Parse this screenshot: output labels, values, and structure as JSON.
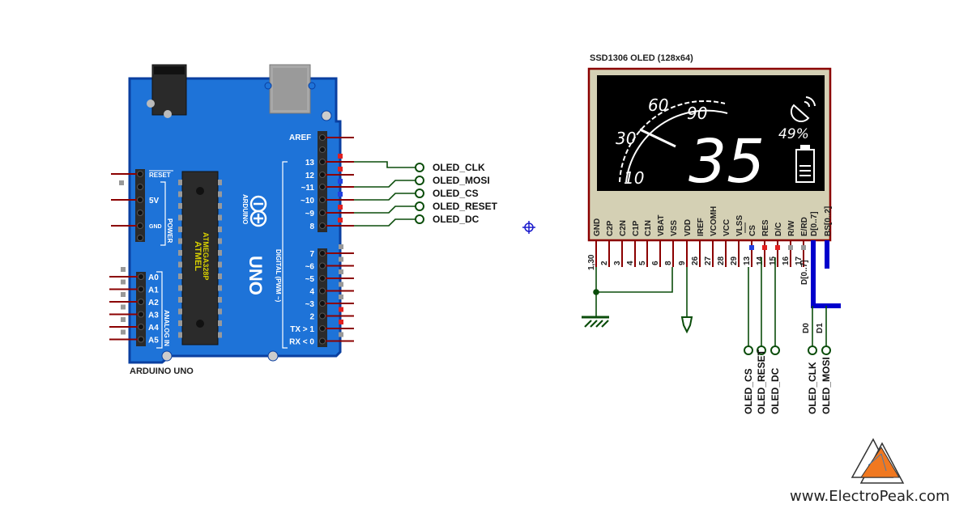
{
  "arduino": {
    "title": "ARDUINO UNO",
    "board_text": "UNO",
    "brand_text": "ARDUINO",
    "chip_line1": "ATMEL",
    "chip_line2": "ATMEGA328P",
    "aref": "AREF",
    "digital_header_label": "DIGITAL (PWM ~)",
    "power_header_label": "POWER",
    "analog_header_label": "ANALOG IN",
    "reset_label": "RESET",
    "power_pins": [
      "5V",
      "GND"
    ],
    "digital_pins_top": [
      "13",
      "12",
      "~11",
      "~10",
      "~9",
      "8"
    ],
    "digital_pins_bottom": [
      "7",
      "~6",
      "~5",
      "4",
      "~3",
      "2",
      "TX > 1",
      "RX < 0"
    ],
    "analog_pins": [
      "A0",
      "A1",
      "A2",
      "A3",
      "A4",
      "A5"
    ]
  },
  "arduino_nets": [
    "OLED_CLK",
    "OLED_MOSI",
    "OLED_CS",
    "OLED_RESET",
    "OLED_DC"
  ],
  "oled": {
    "title": "SSD1306 OLED (128x64)",
    "display": {
      "gauge_labels": [
        "10",
        "30",
        "60",
        "90"
      ],
      "speed_value": "35",
      "battery_percent": "49%",
      "icons": [
        "satellite-dish-icon",
        "battery-icon"
      ]
    },
    "pins": [
      {
        "name": "GND",
        "num": "1,30"
      },
      {
        "name": "C2P",
        "num": "2"
      },
      {
        "name": "C2N",
        "num": "3"
      },
      {
        "name": "C1P",
        "num": "4"
      },
      {
        "name": "C1N",
        "num": "5"
      },
      {
        "name": "VBAT",
        "num": "6"
      },
      {
        "name": "VSS",
        "num": "8"
      },
      {
        "name": "VDD",
        "num": "9"
      },
      {
        "name": "IREF",
        "num": "26"
      },
      {
        "name": "VCOMH",
        "num": "27"
      },
      {
        "name": "VCC",
        "num": "28"
      },
      {
        "name": "VLSS",
        "num": "29"
      },
      {
        "name": "CS",
        "num": "13"
      },
      {
        "name": "RES",
        "num": "14"
      },
      {
        "name": "D/C",
        "num": "15"
      },
      {
        "name": "R/W",
        "num": "16"
      },
      {
        "name": "E/RD",
        "num": "17"
      },
      {
        "name": "D[0..7]",
        "num": ""
      },
      {
        "name": "BS[0..2]",
        "num": ""
      }
    ],
    "bus_label": "D[0..7]",
    "bus_taps": [
      "D0",
      "D1"
    ],
    "bottom_nets": [
      "OLED_CS",
      "OLED_RESET",
      "OLED_DC",
      "OLED_CLK",
      "OLED_MOSI"
    ]
  },
  "watermark": {
    "text": "www.ElectroPeak.com"
  },
  "colors": {
    "board": "#1e73d8",
    "wire": "#8b0000",
    "net": "#0b4d0b",
    "bus": "#0000cc",
    "oled_body": "#d4d0b4",
    "logo": "#f07820"
  }
}
